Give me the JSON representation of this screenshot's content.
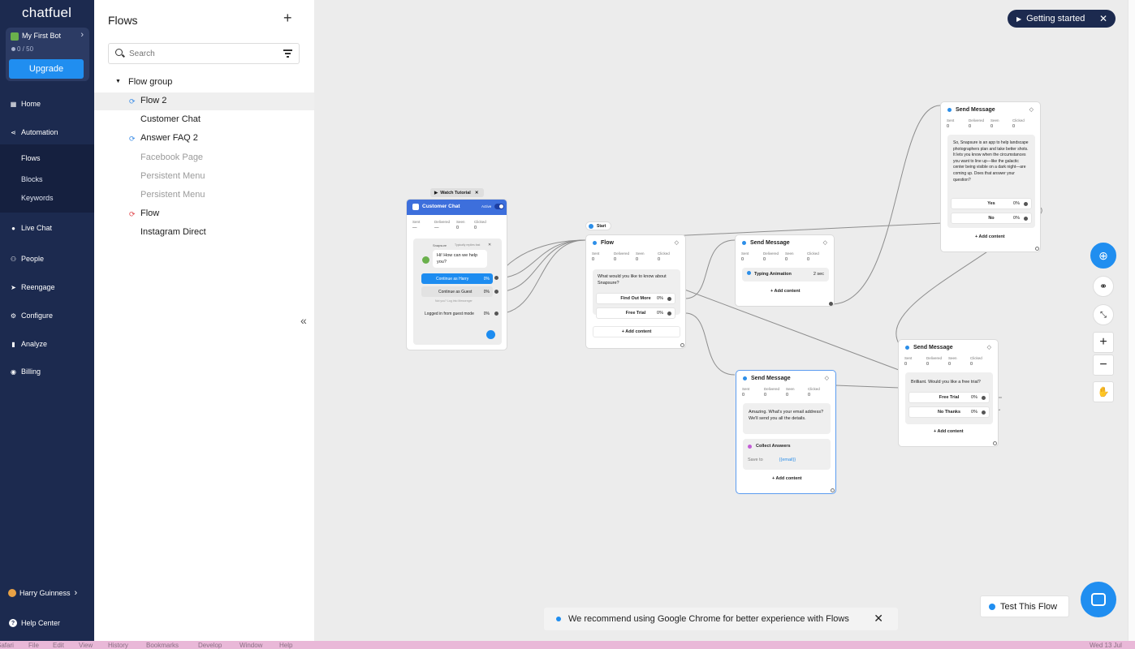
{
  "nav": {
    "logo": "chatfuel",
    "bot_name": "My First Bot",
    "bot_count": "0 / 50",
    "upgrade": "Upgrade",
    "items": {
      "home": "Home",
      "automation": "Automation",
      "flows": "Flows",
      "blocks": "Blocks",
      "keywords": "Keywords",
      "live_chat": "Live Chat",
      "people": "People",
      "reengage": "Reengage",
      "configure": "Configure",
      "analyze": "Analyze",
      "billing": "Billing"
    },
    "user": "Harry Guinness",
    "help": "Help Center"
  },
  "flows_panel": {
    "title": "Flows",
    "search_placeholder": "Search",
    "group": "Flow group",
    "items": [
      "Flow 2",
      "Customer Chat",
      "Answer FAQ 2",
      "Facebook Page",
      "Persistent Menu",
      "Persistent Menu",
      "Flow",
      "Instagram Direct"
    ]
  },
  "canvas": {
    "getting_started": "Getting started",
    "watch_tutorial": "Watch Tutorial",
    "start": "Start",
    "test_flow": "Test This Flow",
    "notice": "We recommend using Google Chrome for better experience with Flows",
    "add_content": "+ Add content",
    "stat_labels": [
      "Sent",
      "Delivered",
      "Seen",
      "Clicked"
    ],
    "customer_chat": {
      "title": "Customer Chat",
      "active": "Active",
      "stats": [
        "—",
        "—",
        "0",
        "0"
      ],
      "sender": "Snapsure",
      "typically": "Typically replies fast",
      "greeting": "Hi! How can we help you?",
      "btn1": "Continue as Harry",
      "btn1_pct": "0%",
      "btn2": "Continue as Guest",
      "btn2_pct": "0%",
      "not_you": "Not you? Log into Messenger",
      "btn3": "Logged in from guest mode",
      "btn3_pct": "0%"
    },
    "flow_card": {
      "title": "Flow",
      "stats": [
        "0",
        "0",
        "0",
        "0"
      ],
      "text": "What would you like to know about Snapsure?",
      "btn1": "Find Out More",
      "btn1_pct": "0%",
      "btn2": "Free Trial",
      "btn2_pct": "0%"
    },
    "send1": {
      "title": "Send Message",
      "stats": [
        "0",
        "0",
        "0",
        "0"
      ],
      "typing": "Typing Animation",
      "typing_val": "2 sec"
    },
    "send2": {
      "title": "Send Message",
      "stats": [
        "0",
        "0",
        "0",
        "0"
      ],
      "text": "Amazing. What's your email address? We'll send you all the details.",
      "collect": "Collect Answers",
      "save_to": "Save to",
      "var": "{{email}}"
    },
    "send3": {
      "title": "Send Message",
      "stats": [
        "0",
        "0",
        "0",
        "0"
      ],
      "text": "So, Snapsure is an app to help landscape photographers plan and take better shots. It lets you know when the circumstances you want to line up—like the galactic center being visible on a dark night—are coming up. Does that answer your question?",
      "btn1": "Yes",
      "btn1_pct": "0%",
      "btn2": "No",
      "btn2_pct": "0%"
    },
    "send4": {
      "title": "Send Message",
      "stats": [
        "0",
        "0",
        "0",
        "0"
      ],
      "text": "Brilliant. Would you like a free trial?",
      "btn1": "Free Trial",
      "btn1_pct": "0%",
      "btn2": "No Thanks",
      "btn2_pct": "0%"
    }
  },
  "menubar": [
    "Safari",
    "File",
    "Edit",
    "View",
    "History",
    "Bookmarks",
    "Develop",
    "Window",
    "Help",
    "Wed 13 Jul"
  ]
}
